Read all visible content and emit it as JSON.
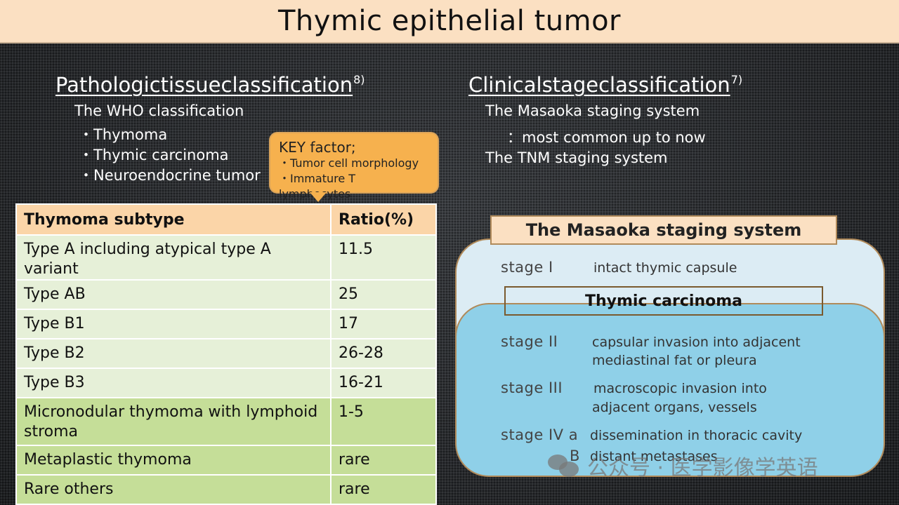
{
  "title": "Thymic epithelial tumor",
  "left": {
    "heading": "Pathologictissueclassification",
    "heading_ref": "8)",
    "who": "The WHO classification",
    "items": [
      "・Thymoma",
      "・Thymic carcinoma",
      "・Neuroendocrine tumor"
    ]
  },
  "callout": {
    "title": "KEY factor;",
    "items": [
      "・Tumor cell morphology",
      "・Immature T lymphocytes"
    ]
  },
  "table": {
    "headers": [
      "Thymoma subtype",
      "Ratio(%)"
    ],
    "rows": [
      [
        "Type A including atypical type A variant",
        "11.5"
      ],
      [
        "Type AB",
        "25"
      ],
      [
        "Type B1",
        "17"
      ],
      [
        "Type B2",
        "26-28"
      ],
      [
        "Type B3",
        "16-21"
      ],
      [
        "Micronodular thymoma with lymphoid stroma",
        "1-5"
      ],
      [
        "Metaplastic thymoma",
        "rare"
      ],
      [
        "Rare others",
        "rare"
      ]
    ]
  },
  "right": {
    "heading": "Clinicalstageclassification",
    "heading_ref": "7)",
    "masaoka": "The Masaoka staging system",
    "masaoka_note": "：most common up to now",
    "tnm": "The TNM staging system"
  },
  "masaoka_box": {
    "title": "The Masaoka staging system",
    "carcinoma_label": "Thymic carcinoma",
    "stages": [
      {
        "label": "stage I",
        "desc": [
          "intact thymic capsule"
        ]
      },
      {
        "label": "stage II",
        "desc": [
          "capsular invasion into adjacent",
          "mediastinal fat or pleura"
        ]
      },
      {
        "label": "stage III",
        "desc": [
          "macroscopic invasion into",
          "adjacent organs, vessels"
        ]
      },
      {
        "label": "stage IV a",
        "desc": [
          "dissemination in thoracic cavity"
        ]
      },
      {
        "label": "B",
        "desc": [
          "distant metastases"
        ]
      }
    ]
  },
  "watermark": "公众号 · 医学影像学英语"
}
